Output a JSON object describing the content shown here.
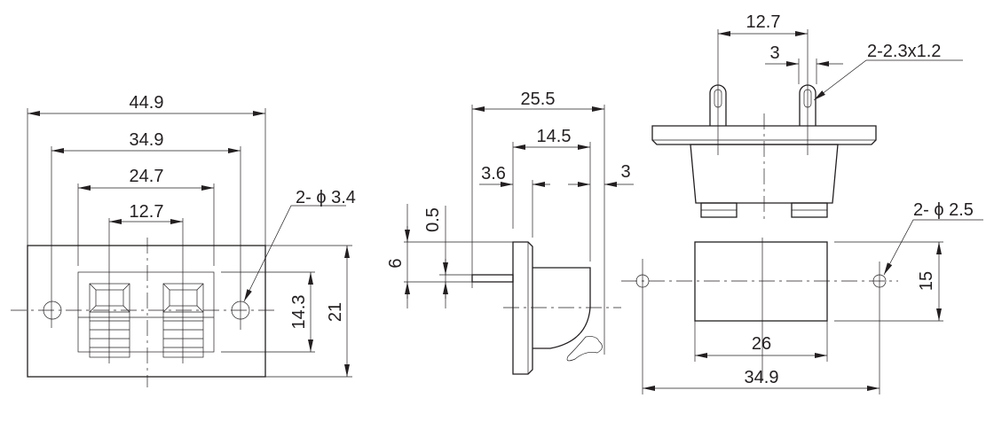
{
  "front_view": {
    "dim_overall_width": "44.9",
    "dim_hole_spacing": "34.9",
    "dim_inner_width": "24.7",
    "dim_terminal_pitch": "12.7",
    "hole_callout": "2- ϕ 3.4",
    "dim_inner_height": "14.3",
    "dim_overall_height": "21"
  },
  "side_view": {
    "dim_total_depth": "25.5",
    "dim_body_depth": "14.5",
    "dim_flange": "3.6",
    "dim_tail": "3",
    "dim_pin_thickness": "0.5",
    "dim_pin_offset": "6"
  },
  "top_view": {
    "dim_pin_pitch": "12.7",
    "dim_pin_width": "3",
    "slot_callout": "2-2.3x1.2"
  },
  "cutout_view": {
    "hole_callout": "2- ϕ 2.5",
    "dim_cutout_height": "15",
    "dim_cutout_width": "26",
    "dim_hole_spacing": "34.9"
  },
  "colors": {
    "line": "#231f20",
    "background": "#ffffff"
  }
}
